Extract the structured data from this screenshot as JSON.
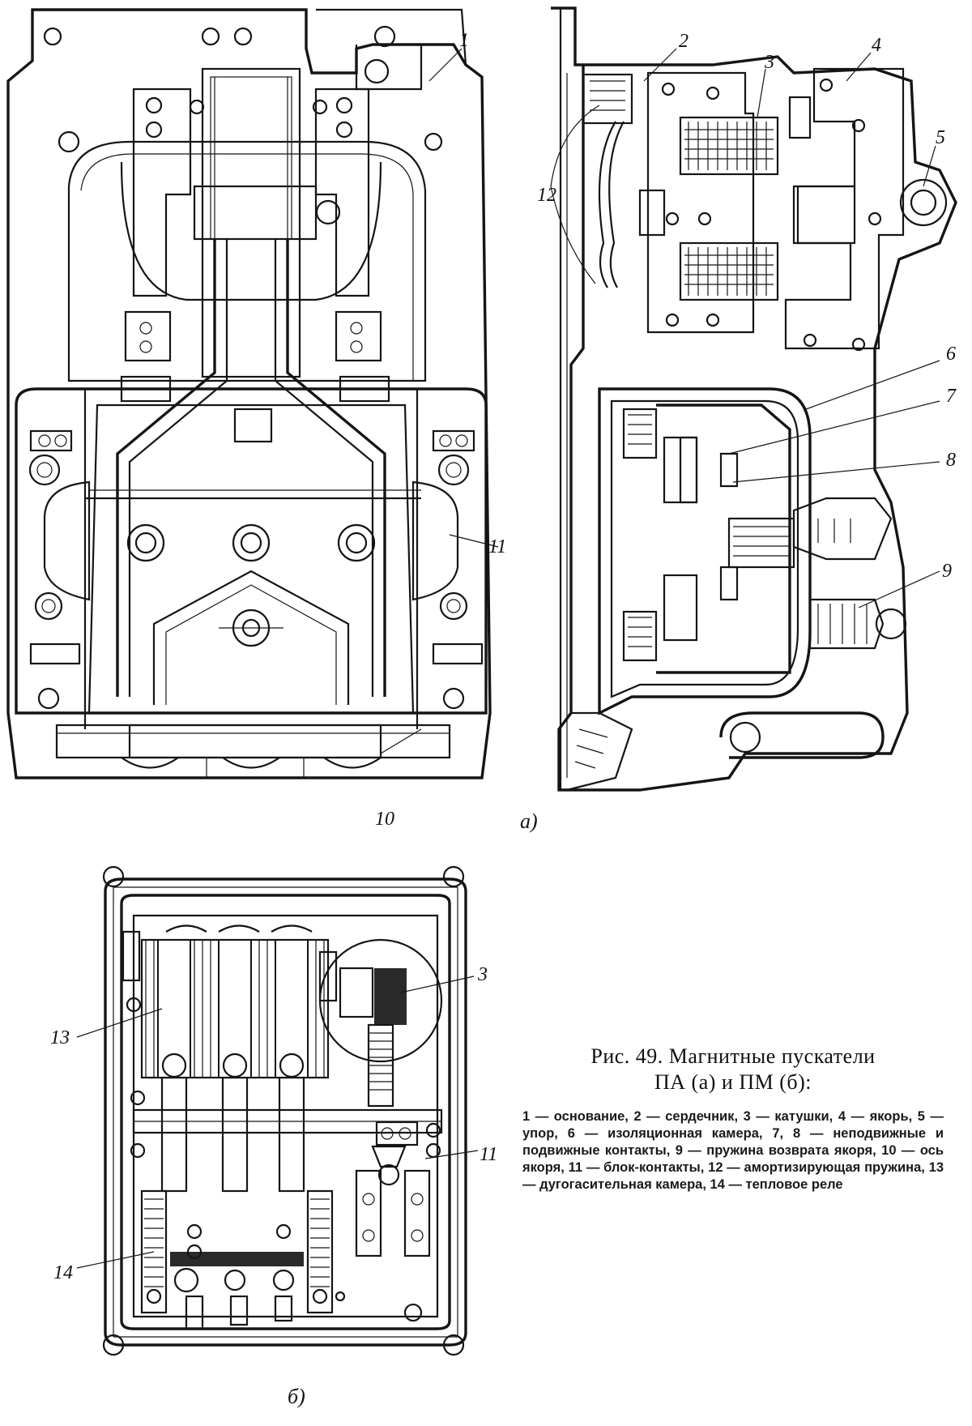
{
  "figure": {
    "caption_line1": "Рис. 49. Магнитные пускатели",
    "caption_line2": "ПА (а) и ПМ (б):",
    "legend": [
      "1 — основание,",
      "2 — сердечник,",
      "3 — катушки,",
      "4 — якорь,",
      "5 — упор,",
      "6 — изоляционная камера,",
      "7, 8 — неподвижные и подвижные контакты,",
      "9 — пружина возврата якоря,",
      "10 — ось якоря,",
      "11 — блок-контакты,",
      "12 — амортизирующая пружина,",
      "13 — дугогасительная камера,",
      "14 — тепловое реле"
    ]
  },
  "subfigures": {
    "a_label": "а)",
    "b_label": "б)"
  },
  "callouts": {
    "c1": "1",
    "c2": "2",
    "c3a": "3",
    "c4": "4",
    "c5": "5",
    "c6": "6",
    "c7": "7",
    "c8": "8",
    "c9": "9",
    "c10": "10",
    "c11a": "11",
    "c12": "12",
    "c3b": "3",
    "c11b": "11",
    "c13": "13",
    "c14": "14"
  },
  "colors": {
    "ink": "#151515",
    "paper": "#ffffff"
  }
}
